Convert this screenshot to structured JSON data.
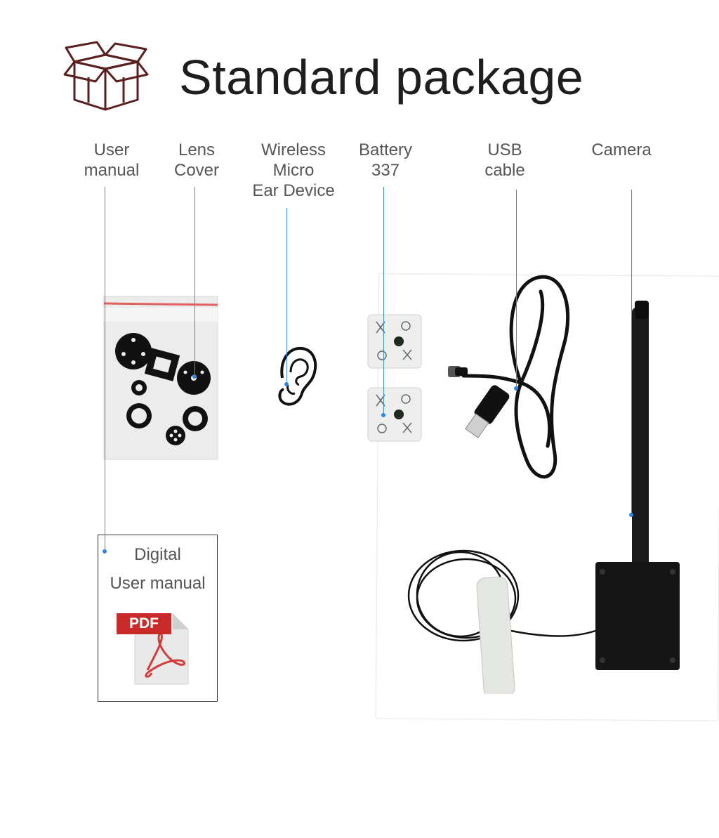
{
  "header": {
    "title": "Standard package",
    "icon": "box-icon"
  },
  "items": [
    {
      "id": "user-manual",
      "label_lines": [
        "User",
        "manual"
      ]
    },
    {
      "id": "lens-cover",
      "label_lines": [
        "Lens",
        "Cover"
      ]
    },
    {
      "id": "ear-device",
      "label_lines": [
        "Wireless",
        "Micro",
        "Ear Device"
      ]
    },
    {
      "id": "battery",
      "label_lines": [
        "Battery",
        "337"
      ]
    },
    {
      "id": "usb-cable",
      "label_lines": [
        "USB",
        "cable"
      ]
    },
    {
      "id": "camera",
      "label_lines": [
        "Camera"
      ]
    }
  ],
  "manual_card": {
    "line1": "Digital",
    "line2": "User manual",
    "pdf_tag": "PDF",
    "icon": "pdf-file-icon"
  },
  "colors": {
    "leader_line": "#3a8ee6",
    "title": "#1e1e1e",
    "label": "#555555",
    "pdf_red": "#c92a2a"
  }
}
